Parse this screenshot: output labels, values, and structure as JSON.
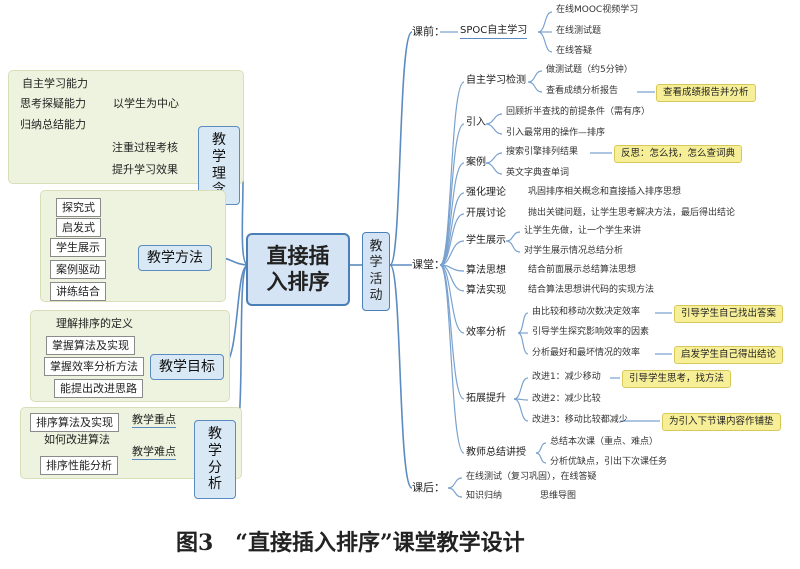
{
  "root": "直接插入排序",
  "hub": "教学活动",
  "left": {
    "concept": {
      "label": "教学理念",
      "center": "以学生为中心",
      "abilities": [
        "自主学习能力",
        "思考探疑能力",
        "归纳总结能力"
      ],
      "extra": [
        "注重过程考核",
        "提升学习效果"
      ]
    },
    "methods": {
      "label": "教学方法",
      "items": [
        "探究式",
        "启发式",
        "学生展示",
        "案例驱动",
        "讲练结合"
      ]
    },
    "goals": {
      "label": "教学目标",
      "items": [
        "理解排序的定义",
        "掌握算法及实现",
        "掌握效率分析方法",
        "能提出改进思路"
      ]
    },
    "analysis": {
      "label": "教学分析",
      "key_label": "教学重点",
      "key_item": "排序算法及实现",
      "hard_label": "教学难点",
      "hard_items": [
        "如何改进算法",
        "排序性能分析"
      ]
    }
  },
  "right": {
    "pre": {
      "label": "课前：",
      "node": "SPOC自主学习",
      "items": [
        "在线MOOC视频学习",
        "在线测试题",
        "在线答疑"
      ]
    },
    "class": {
      "label": "课堂：",
      "self_check": {
        "label": "自主学习检测",
        "items": [
          "做测试题（约5分钟）",
          "查看成绩分析报告"
        ],
        "note": "查看成绩报告并分析"
      },
      "intro": {
        "label": "引入",
        "items": [
          "回顾折半查找的前提条件（需有序）",
          "引入最常用的操作—排序"
        ]
      },
      "case": {
        "label": "案例",
        "items": [
          "搜索引擎排列结果",
          "英文字典查单词"
        ],
        "note": "反思：怎么找，怎么查词典"
      },
      "reinforce": {
        "label": "强化理论",
        "text": "巩固排序相关概念和直接插入排序思想"
      },
      "discuss": {
        "label": "开展讨论",
        "text": "抛出关键问题，让学生思考解决方法，最后得出结论"
      },
      "show": {
        "label": "学生展示",
        "items": [
          "让学生先做，让一个学生来讲",
          "对学生展示情况总结分析"
        ]
      },
      "algo_think": {
        "label": "算法思想",
        "text": "结合前面展示总结算法思想"
      },
      "algo_impl": {
        "label": "算法实现",
        "text": "结合算法思想讲代码的实现方法"
      },
      "efficiency": {
        "label": "效率分析",
        "items": [
          "由比较和移动次数决定效率",
          "引导学生探究影响效率的因素",
          "分析最好和最坏情况的效率"
        ],
        "note1": "引导学生自己找出答案",
        "note2": "启发学生自己得出结论"
      },
      "extend": {
        "label": "拓展提升",
        "items": [
          "改进1：减少移动",
          "改进2：减少比较",
          "改进3：移动比较都减少"
        ],
        "note1": "引导学生思考，找方法",
        "note2": "为引入下节课内容作铺垫"
      },
      "summary": {
        "label": "教师总结讲授",
        "items": [
          "总结本次课（重点、难点）",
          "分析优缺点，引出下次课任务"
        ]
      }
    },
    "post": {
      "label": "课后：",
      "items": [
        {
          "label": "在线测试（复习巩固），在线答疑",
          "text": ""
        },
        {
          "label": "知识归纳",
          "text": "思维导图"
        }
      ]
    }
  },
  "caption": "图3　“直接插入排序”课堂教学设计"
}
